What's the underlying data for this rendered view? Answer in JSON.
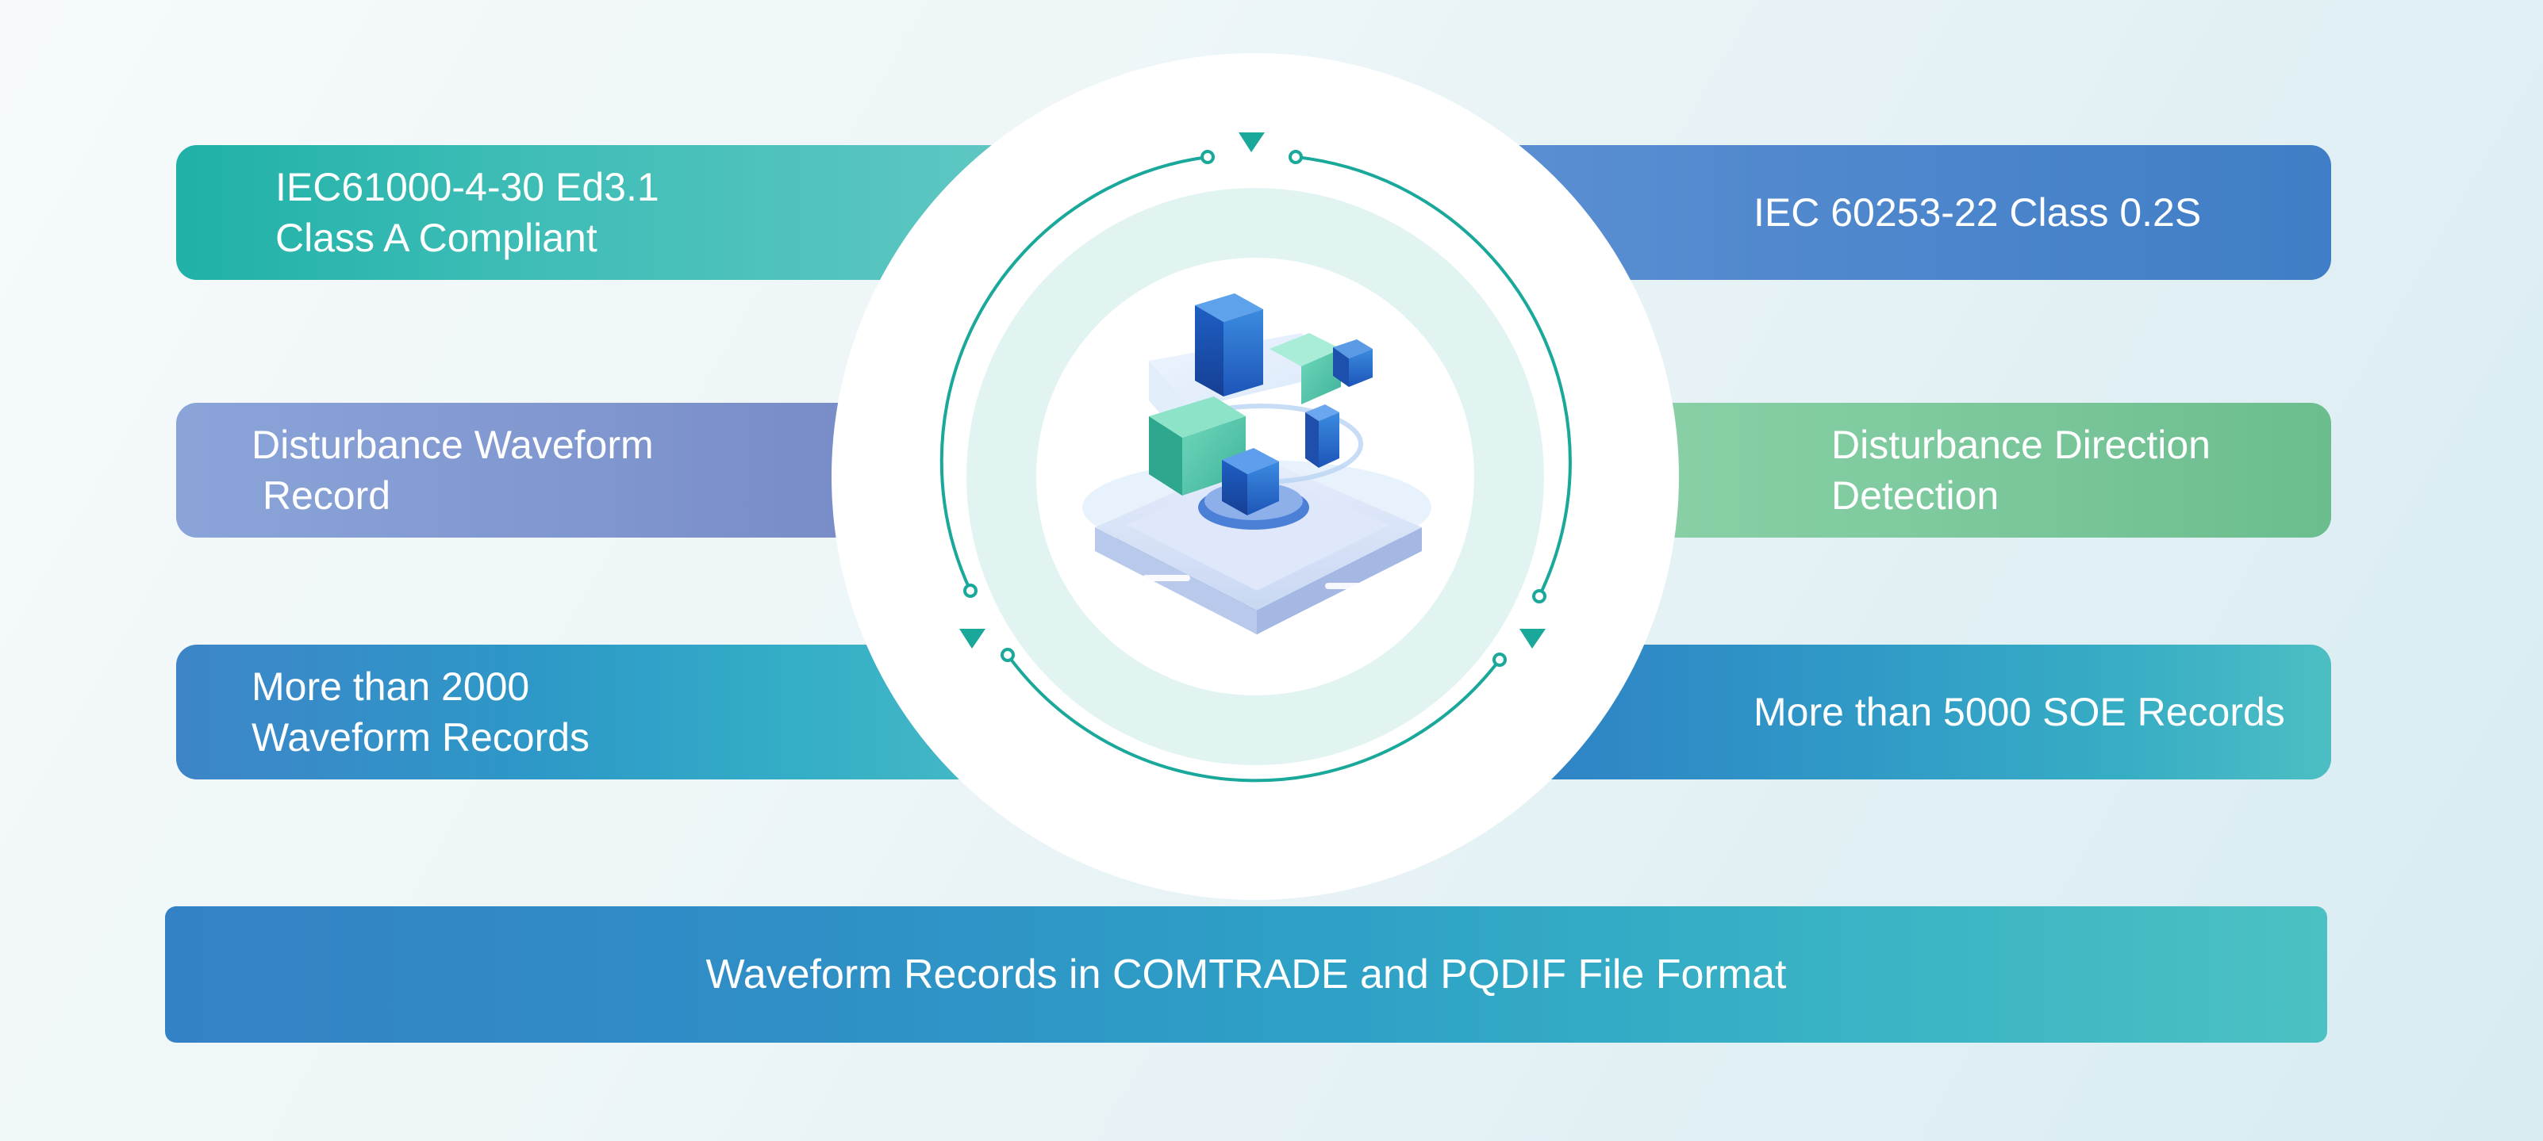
{
  "features": {
    "top_left": [
      "IEC61000-4-30 Ed3.1",
      "Class A Compliant"
    ],
    "top_right": "IEC 60253-22 Class 0.2S",
    "middle_left": [
      "Disturbance Waveform",
      " Record"
    ],
    "middle_right": [
      "Disturbance Direction",
      "Detection"
    ],
    "lower_left": [
      "More than 2000",
      "Waveform Records"
    ],
    "lower_right": "More than 5000 SOE Records",
    "bottom": "Waveform Records in COMTRADE and PQDIF File Format"
  },
  "colors": {
    "teal": "#1fb1a7",
    "blue": "#3f7ec6",
    "lavender": "#8097cf",
    "green": "#7fca9f",
    "ring_accent": "#1aa89b"
  },
  "icons": {
    "center_graphic": "isometric-cross-blocks-icon"
  }
}
